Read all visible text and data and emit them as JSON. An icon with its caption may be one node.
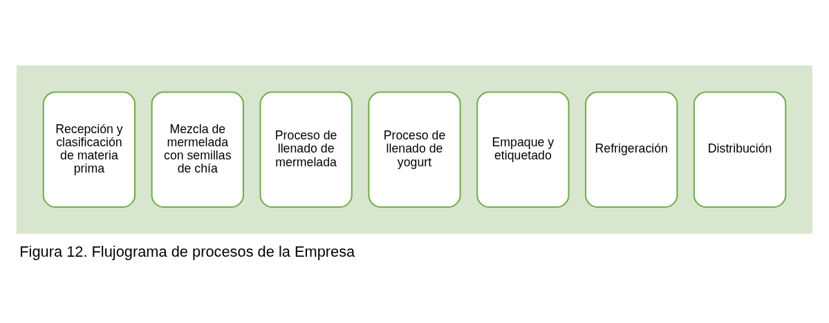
{
  "diagram": {
    "caption": "Figura 12. Flujograma de procesos de la Empresa",
    "nodes": [
      {
        "text": [],
        "shape": "arrow"
      },
      {
        "text": [
          "Recepción y clasificación de materia prima"
        ],
        "in": 0
      },
      {
        "text": [
          "Mezcla de mermelada con semillas de chía"
        ],
        "in": 0
      },
      {
        "text": [
          "Proceso de llenado de mermelada"
        ],
        "in": 0
      },
      {
        "text": [
          "Proceso de llenado de yogurt"
        ],
        "in": 0
      },
      {
        "text": [
          "Empaque y etiquetado"
        ],
        "in": 0
      },
      {
        "text": [
          "Refrigeración"
        ],
        "in": 0
      },
      {
        "text": [
          "Distribución"
        ],
        "in": 0
      }
    ],
    "edges": []
  }
}
